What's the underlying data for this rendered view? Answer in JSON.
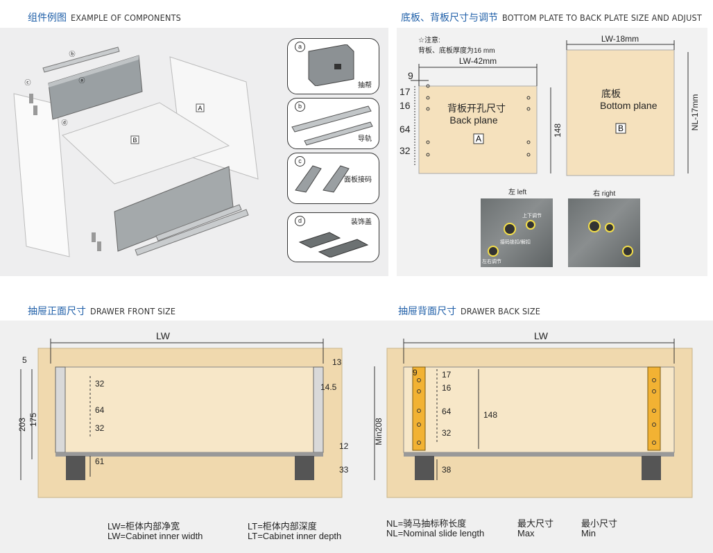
{
  "sections": {
    "components": {
      "zh": "组件例图",
      "en": "EXAMPLE OF COMPONENTS"
    },
    "bottom_back": {
      "zh": "底板、背板尺寸与调节",
      "en": "BOTTOM PLATE TO BACK PLATE SIZE AND ADJUST"
    },
    "front": {
      "zh": "抽屉正面尺寸",
      "en": "DRAWER FRONT SIZE"
    },
    "back": {
      "zh": "抽屉背面尺寸",
      "en": "DRAWER BACK SIZE"
    }
  },
  "exploded": {
    "a": "ⓐ",
    "b": "ⓑ",
    "c": "ⓒ",
    "d": "ⓓ",
    "A": "A",
    "B": "B"
  },
  "component_cards": [
    {
      "letter": "a",
      "label": "抽帮"
    },
    {
      "letter": "b",
      "label": "导轨"
    },
    {
      "letter": "c",
      "label": "面板接码"
    },
    {
      "letter": "d",
      "label": "装饰盖"
    }
  ],
  "plates": {
    "note_title": "☆注意:",
    "note_body": "背板、底板厚度为16 mm",
    "back": {
      "width": "LW-42mm",
      "offset": "9",
      "gaps": [
        "17",
        "16",
        "64",
        "32"
      ],
      "height": "148",
      "title_zh": "背板开孔尺寸",
      "title_en": "Back plane",
      "tag": "A"
    },
    "bottom": {
      "width": "LW-18mm",
      "depth": "NL-17mm",
      "title_zh": "底板",
      "title_en": "Bottom plane",
      "tag": "B"
    },
    "left_photo": {
      "caption": "左 left",
      "label_updown": "上下调节",
      "label_lock": "接码锁扣/解扣",
      "label_lr": "左右调节"
    },
    "right_photo": {
      "caption": "右 right"
    }
  },
  "front": {
    "lw": "LW",
    "top": "5",
    "side": "13",
    "side2": "14.5",
    "h203": "203",
    "h175": "175",
    "gaps": [
      "32",
      "64",
      "32"
    ],
    "bottom61": "61",
    "d12": "12",
    "d33": "33"
  },
  "back": {
    "lw": "LW",
    "min208": "Min208",
    "offset": "9",
    "gaps": [
      "17",
      "16",
      "64",
      "32"
    ],
    "h148": "148",
    "h38": "38"
  },
  "legend": {
    "lw_zh": "LW=柜体内部净宽",
    "lw_en": "LW=Cabinet inner width",
    "lt_zh": "LT=柜体内部深度",
    "lt_en": "LT=Cabinet inner depth",
    "nl_zh": "NL=骑马抽标称长度",
    "nl_en": "NL=Nominal slide length",
    "max_zh": "最大尺寸",
    "max_en": "Max",
    "min_zh": "最小尺寸",
    "min_en": "Min"
  },
  "colors": {
    "accent": "#1f5fa8",
    "plate": "#f5e1bd",
    "drawer_bg": "#f0d9ae",
    "panel": "#eeeeef",
    "hinge": "#f2b233"
  }
}
